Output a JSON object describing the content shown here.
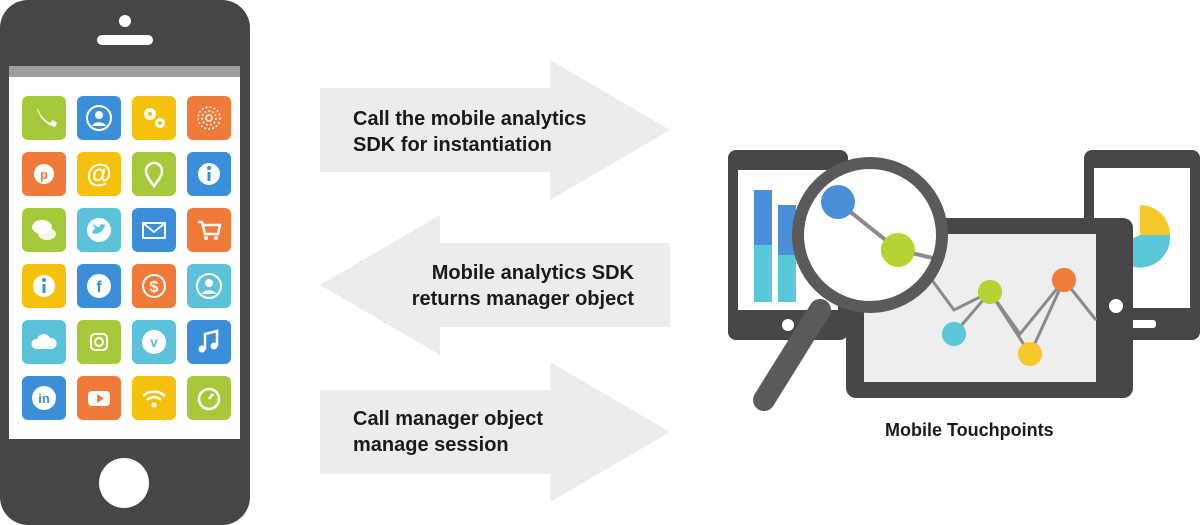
{
  "phone": {
    "apps": [
      {
        "name": "phone-icon",
        "color": "#a6c93c"
      },
      {
        "name": "contact-icon",
        "color": "#3a8fd8"
      },
      {
        "name": "settings-icon",
        "color": "#f4c20d"
      },
      {
        "name": "fingerprint-icon",
        "color": "#f07a3a"
      },
      {
        "name": "pinterest-icon",
        "color": "#f07a3a"
      },
      {
        "name": "at-sign-icon",
        "color": "#f4c20d"
      },
      {
        "name": "location-pin-icon",
        "color": "#a6c93c"
      },
      {
        "name": "info-icon",
        "color": "#3a8fd8"
      },
      {
        "name": "chat-icon",
        "color": "#a6c93c"
      },
      {
        "name": "twitter-icon",
        "color": "#5bc2d9"
      },
      {
        "name": "mail-icon",
        "color": "#3a8fd8"
      },
      {
        "name": "cart-icon",
        "color": "#f07a3a"
      },
      {
        "name": "info-icon",
        "color": "#f4c20d"
      },
      {
        "name": "facebook-icon",
        "color": "#3a8fd8"
      },
      {
        "name": "dollar-icon",
        "color": "#f07a3a"
      },
      {
        "name": "contact-icon",
        "color": "#5bc2d9"
      },
      {
        "name": "cloud-icon",
        "color": "#5bc2d9"
      },
      {
        "name": "instagram-icon",
        "color": "#a6c93c"
      },
      {
        "name": "vimeo-icon",
        "color": "#5bc2d9"
      },
      {
        "name": "music-icon",
        "color": "#3a8fd8"
      },
      {
        "name": "linkedin-icon",
        "color": "#3a8fd8"
      },
      {
        "name": "youtube-icon",
        "color": "#f07a3a"
      },
      {
        "name": "wifi-icon",
        "color": "#f4c20d"
      },
      {
        "name": "timer-icon",
        "color": "#a6c93c"
      }
    ]
  },
  "flows": [
    {
      "direction": "right",
      "line1": "Call the mobile analytics",
      "line2": "SDK for instantiation"
    },
    {
      "direction": "left",
      "line1": "Mobile analytics SDK",
      "line2": "returns manager object"
    },
    {
      "direction": "right",
      "line1": "Call manager object",
      "line2": "manage session"
    }
  ],
  "colors": {
    "arrow": "#ececec",
    "device": "#474747",
    "blue": "#4a90d9",
    "green": "#b6d334",
    "cyan": "#5bc8d9",
    "yellow": "#f7c928",
    "orange": "#ef7c3b"
  },
  "touchpoints_label": "Mobile Touchpoints"
}
